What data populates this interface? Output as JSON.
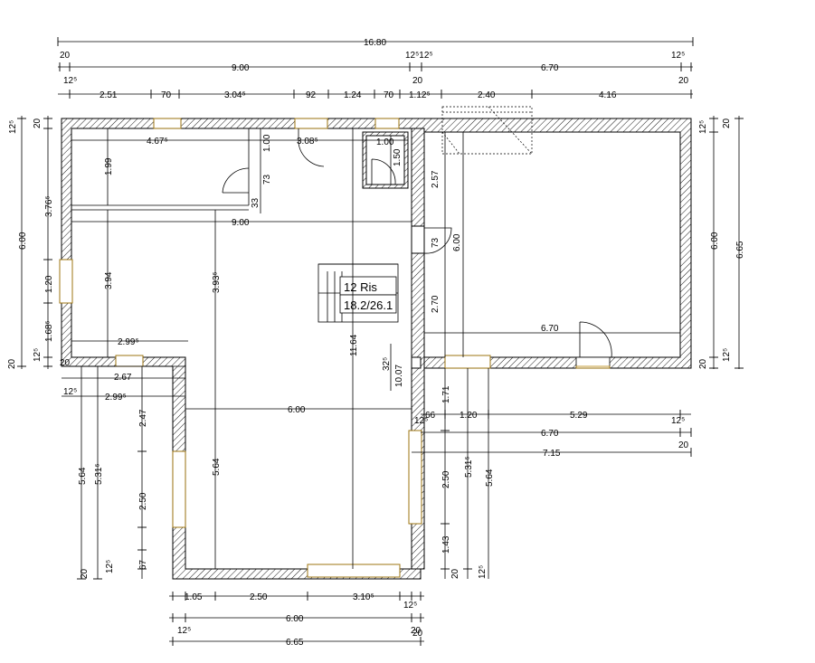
{
  "stair": {
    "line1": "12 Ris",
    "line2": "18.2/26.1"
  },
  "top_dims": {
    "row1": [
      "16.80"
    ],
    "row2": [
      "20",
      "9.00",
      "12⁵12⁵",
      "6.70",
      "12⁵"
    ],
    "row3": [
      "12⁵",
      "20",
      "20"
    ],
    "row4": [
      "2.51",
      "70",
      "3.04⁵",
      "92",
      "1.24",
      "70",
      "1.12⁵",
      "2.40",
      "4.16"
    ]
  },
  "left_dims": [
    "12⁵",
    "20",
    "6.00",
    "3.76⁵",
    "1.20",
    "1.68⁵",
    "20",
    "12⁵"
  ],
  "right_dims": [
    "12⁵",
    "20",
    "6.00",
    "6.65",
    "20",
    "12⁵"
  ],
  "inner_dims": {
    "room1_width": "4.67⁵",
    "room1_depth": "1.99",
    "corr_width": "3.08⁵",
    "corr_a": "1.00",
    "corr_b": "73",
    "corr_c": "33",
    "wc_width": "1.00",
    "wc_depth": "1.50",
    "hall_width": "9.00",
    "living_depth": "3.94",
    "living_depth2": "3.93⁵",
    "total_depth": "11.64",
    "hall_depth": "10.07",
    "garage_depth": "2.57",
    "garage_a": "73",
    "garage_b": "6.00",
    "garage_c": "2.70",
    "garage_width": "6.70",
    "sw_width": "2.99⁵",
    "sw_a": "20",
    "sw_b": "2.67",
    "sw_c": "12⁵",
    "sw_d": "2.99⁵",
    "h_3225": "32⁵",
    "south_width": "6.00"
  },
  "south_left_dims": [
    "5.64",
    "5.31⁵",
    "2.47",
    "5.64",
    "2.50",
    "67",
    "20",
    "12⁵"
  ],
  "south_right_dims": [
    "1.71",
    "2.50",
    "5.31⁵",
    "5.64",
    "1.43",
    "20",
    "12⁵"
  ],
  "east_dims": [
    "66",
    "1.20",
    "5.29",
    "12⁵",
    "6.70",
    "20",
    "7.15",
    "12⁵"
  ],
  "bottom_dims": {
    "row1": [
      "1.05",
      "2.50",
      "3.10⁵",
      "12⁵"
    ],
    "row2": [
      "6.00",
      "20"
    ],
    "row3": [
      "12⁵",
      "6.65",
      "20"
    ]
  }
}
